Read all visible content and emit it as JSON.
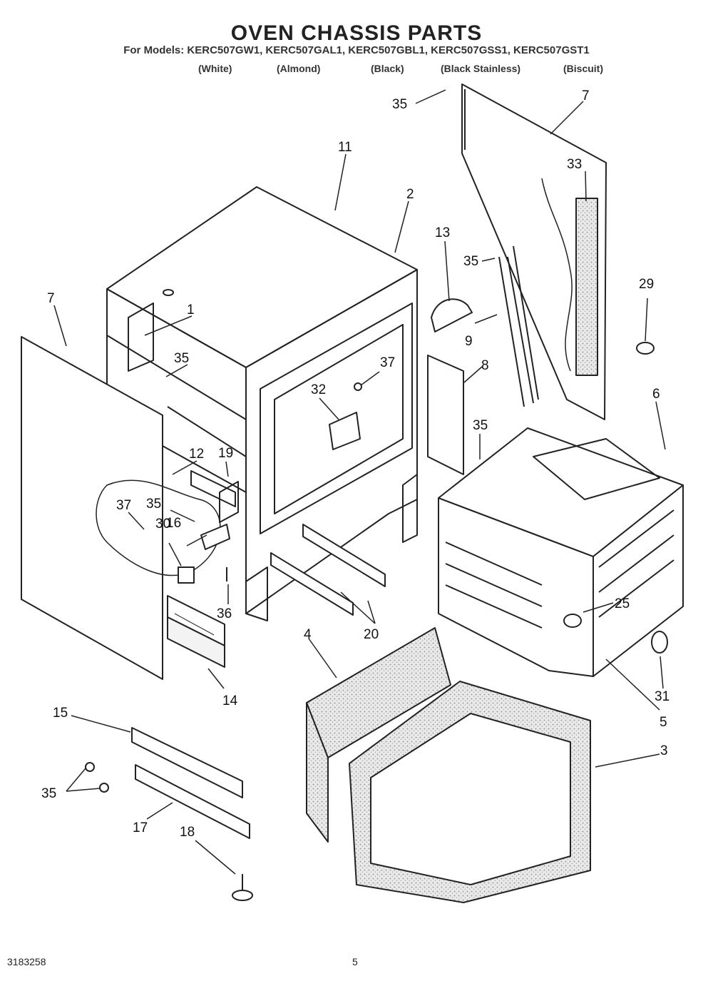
{
  "header": {
    "title": "OVEN CHASSIS PARTS",
    "models_line": "For Models: KERC507GW1, KERC507GAL1, KERC507GBL1, KERC507GSS1, KERC507GST1",
    "variants": [
      "(White)",
      "(Almond)",
      "(Black)",
      "(Black Stainless)",
      "(Biscuit)"
    ]
  },
  "callouts": {
    "c1": "1",
    "c2": "2",
    "c3": "3",
    "c4": "4",
    "c5": "5",
    "c6": "6",
    "c7a": "7",
    "c7b": "7",
    "c8": "8",
    "c9": "9",
    "c11": "11",
    "c12": "12",
    "c13": "13",
    "c14": "14",
    "c15": "15",
    "c16": "16",
    "c17": "17",
    "c18": "18",
    "c19": "19",
    "c20": "20",
    "c25": "25",
    "c29": "29",
    "c30": "30",
    "c31": "31",
    "c32": "32",
    "c33": "33",
    "c35a": "35",
    "c35b": "35",
    "c35c": "35",
    "c35d": "35",
    "c35e": "35",
    "c35f": "35",
    "c36": "36",
    "c37a": "37",
    "c37b": "37"
  },
  "footer": {
    "doc_number": "3183258",
    "page_number": "5"
  }
}
